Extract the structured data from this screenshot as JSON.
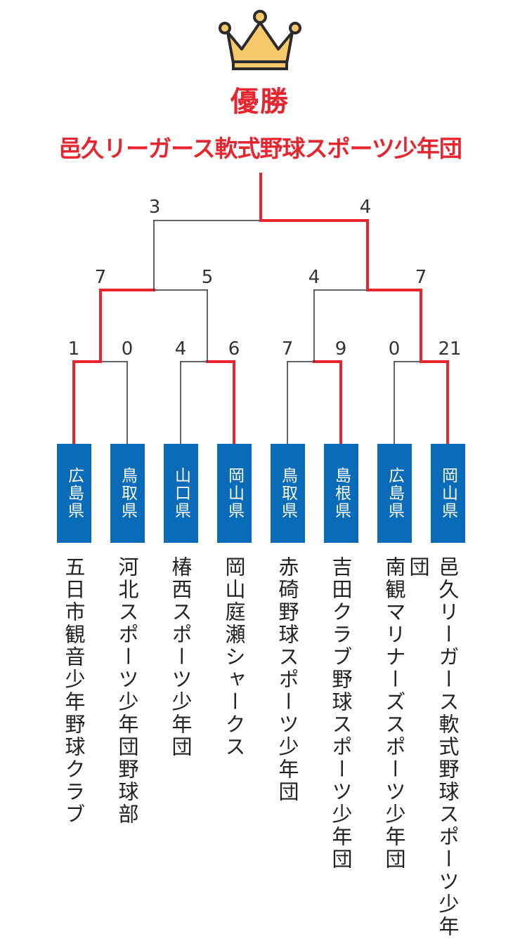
{
  "header": {
    "winner_label": "優勝",
    "champion": "邑久リーガース軟式野球スポーツ少年団"
  },
  "icons": {
    "crown": "crown-icon"
  },
  "colors": {
    "winner_path": "#e8242f",
    "loser_path": "#333333",
    "prefecture_box": "#0a6cb9",
    "crown_fill": "#f7c96a",
    "crown_stroke": "#2b2b2b"
  },
  "teams": [
    {
      "prefecture": "広島県",
      "name": "五日市観音少年野球クラブ"
    },
    {
      "prefecture": "鳥取県",
      "name": "河北スポーツ少年団野球部"
    },
    {
      "prefecture": "山口県",
      "name": "椿西スポーツ少年団"
    },
    {
      "prefecture": "岡山県",
      "name": "岡山庭瀬シャークス"
    },
    {
      "prefecture": "鳥取県",
      "name": "赤碕野球スポーツ少年団"
    },
    {
      "prefecture": "島根県",
      "name": "吉田クラブ野球スポーツ少年団"
    },
    {
      "prefecture": "広島県",
      "name": "南観マリナーズスポーツ少年団"
    },
    {
      "prefecture": "岡山県",
      "name": "邑久リーガース軟式野球スポーツ少年団"
    }
  ],
  "rounds": {
    "round1": [
      {
        "scores": [
          "1",
          "0"
        ],
        "winner": 0
      },
      {
        "scores": [
          "4",
          "6"
        ],
        "winner": 1
      },
      {
        "scores": [
          "7",
          "9"
        ],
        "winner": 1
      },
      {
        "scores": [
          "0",
          "21"
        ],
        "winner": 1
      }
    ],
    "semifinal": [
      {
        "scores": [
          "7",
          "5"
        ],
        "winner": 0
      },
      {
        "scores": [
          "4",
          "7"
        ],
        "winner": 1
      }
    ],
    "final": {
      "scores": [
        "3",
        "4"
      ],
      "winner": 1
    }
  }
}
